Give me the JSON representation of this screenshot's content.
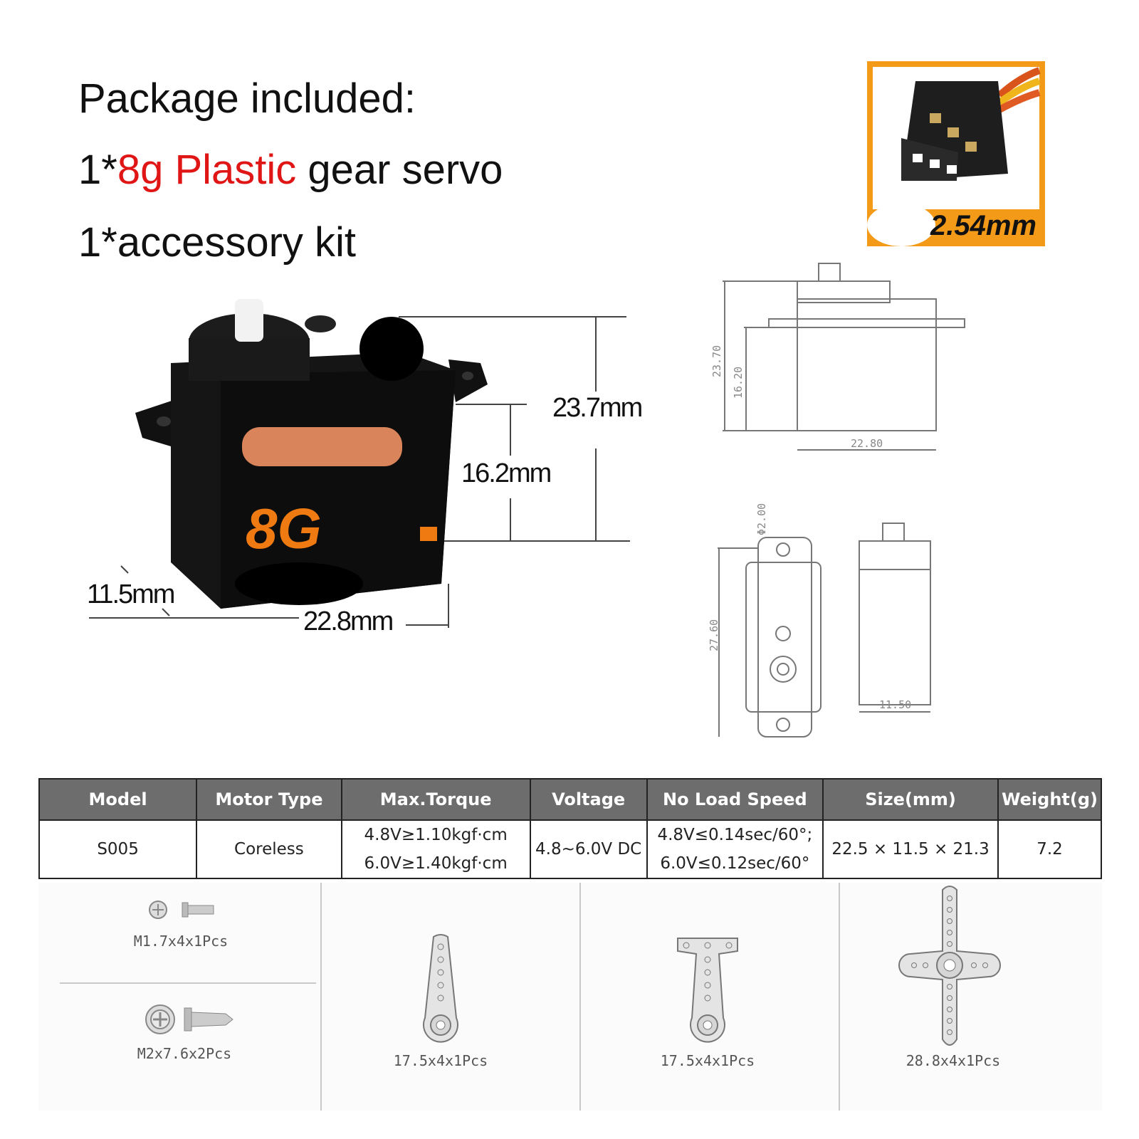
{
  "package": {
    "title": "Package included:",
    "line1_prefix": "1*",
    "line1_highlight": "8g Plastic",
    "line1_suffix": " gear servo",
    "line2": "1*accessory kit"
  },
  "connector": {
    "pitch_label": "2.54mm",
    "frame_color": "#f39b18"
  },
  "servo_photo": {
    "brand_mark": "8G",
    "dim_height": "23.7mm",
    "dim_body_height": "16.2mm",
    "dim_depth": "11.5mm",
    "dim_width": "22.8mm",
    "accent_color": "#f07a12"
  },
  "drawing": {
    "h_total": "23.70",
    "h_body": "16.20",
    "w_body": "22.80",
    "hole_dia": "Φ2.00",
    "length": "27.60",
    "depth": "11.50"
  },
  "spec_table": {
    "headers": [
      "Model",
      "Motor Type",
      "Max.Torque",
      "Voltage",
      "No Load Speed",
      "Size(mm)",
      "Weight(g)"
    ],
    "row": {
      "model": "S005",
      "motor": "Coreless",
      "torque_1": "4.8V≥1.10kgf·cm",
      "torque_2": "6.0V≥1.40kgf·cm",
      "voltage": "4.8~6.0V DC",
      "speed_1": "4.8V≤0.14sec/60°;",
      "speed_2": "6.0V≤0.12sec/60°",
      "size": "22.5 × 11.5 × 21.3",
      "weight": "7.2"
    }
  },
  "accessories": {
    "screw_small": "M1.7x4x1Pcs",
    "screw_large": "M2x7.6x2Pcs",
    "horn_single": "17.5x4x1Pcs",
    "horn_double": "17.5x4x1Pcs",
    "horn_cross": "28.8x4x1Pcs"
  }
}
